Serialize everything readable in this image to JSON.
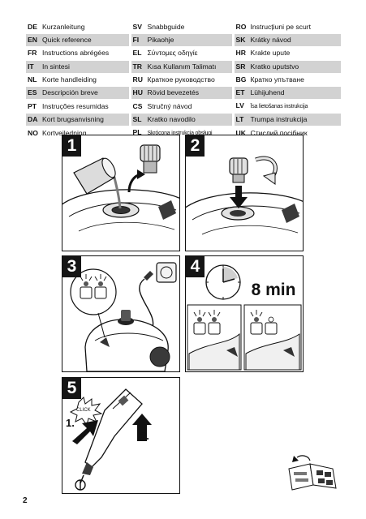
{
  "languages": [
    [
      {
        "code": "DE",
        "label": "Kurzanleitung"
      },
      {
        "code": "SV",
        "label": "Snabbguide"
      },
      {
        "code": "RO",
        "label": "Instrucțiuni pe scurt"
      }
    ],
    [
      {
        "code": "EN",
        "label": "Quick reference"
      },
      {
        "code": "FI",
        "label": "Pikaohje"
      },
      {
        "code": "SK",
        "label": "Krátky návod"
      }
    ],
    [
      {
        "code": "FR",
        "label": "Instructions abrégées"
      },
      {
        "code": "EL",
        "label": "Σύντομες οδηγίε"
      },
      {
        "code": "HR",
        "label": "Krakte upute"
      }
    ],
    [
      {
        "code": "IT",
        "label": "In sintesi"
      },
      {
        "code": "TR",
        "label": "Kısa Kullanım Talimatı"
      },
      {
        "code": "SR",
        "label": "Kratko uputstvo"
      }
    ],
    [
      {
        "code": "NL",
        "label": "Korte handleiding"
      },
      {
        "code": "RU",
        "label": "Краткое руководство"
      },
      {
        "code": "BG",
        "label": "Кратко упътване"
      }
    ],
    [
      {
        "code": "ES",
        "label": "Descripción breve"
      },
      {
        "code": "HU",
        "label": "Rövid bevezetés"
      },
      {
        "code": "ET",
        "label": "Lühijuhend"
      }
    ],
    [
      {
        "code": "PT",
        "label": "Instruções resumidas"
      },
      {
        "code": "CS",
        "label": "Stručný návod"
      },
      {
        "code": "LV",
        "label": "Īsa lietošanas instrukcija"
      }
    ],
    [
      {
        "code": "DA",
        "label": "Kort brugsanvisning"
      },
      {
        "code": "SL",
        "label": "Kratko navodilo"
      },
      {
        "code": "LT",
        "label": "Trumpa instrukcija"
      }
    ],
    [
      {
        "code": "NO",
        "label": "Kortveiledning"
      },
      {
        "code": "PL",
        "label": "Skrócona instrukcja obsługi"
      },
      {
        "code": "UK",
        "label": "Стислий посібник"
      }
    ]
  ],
  "steps": {
    "s1": "1",
    "s2": "2",
    "s3": "3",
    "s4": "4",
    "s5": "5",
    "wait_time": "8 min",
    "click": "CLICK",
    "arrow1": "1.",
    "arrow2": "2."
  },
  "page_number": "2"
}
